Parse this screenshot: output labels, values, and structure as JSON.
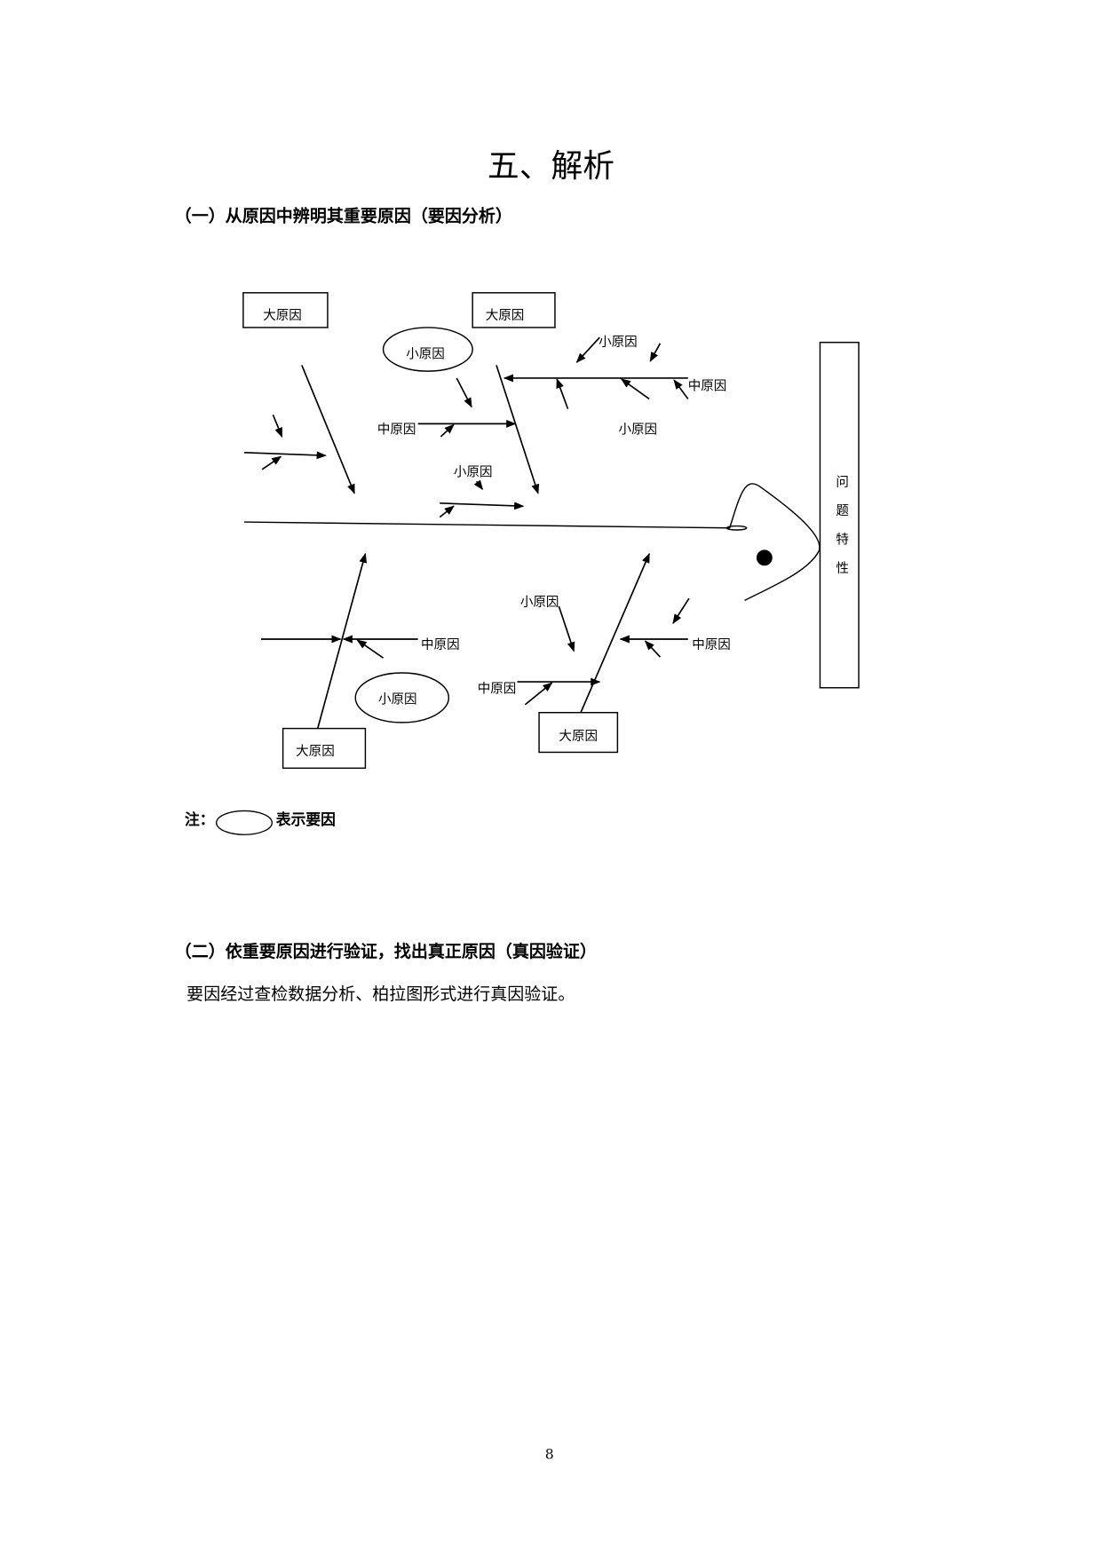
{
  "title": "五、解析",
  "section1": {
    "heading": "（一）从原因中辨明其重要原因（要因分析）"
  },
  "diagram": {
    "major_cause": "大原因",
    "medium_cause": "中原因",
    "minor_cause": "小原因",
    "problem_chars": [
      "问",
      "题",
      "特",
      "性"
    ]
  },
  "note": {
    "label": "注：",
    "text": "表示要因"
  },
  "section2": {
    "heading": "（二）依重要原因进行验证，找出真正原因（真因验证）",
    "body": "要因经过查检数据分析、柏拉图形式进行真因验证。"
  },
  "page_number": "8"
}
